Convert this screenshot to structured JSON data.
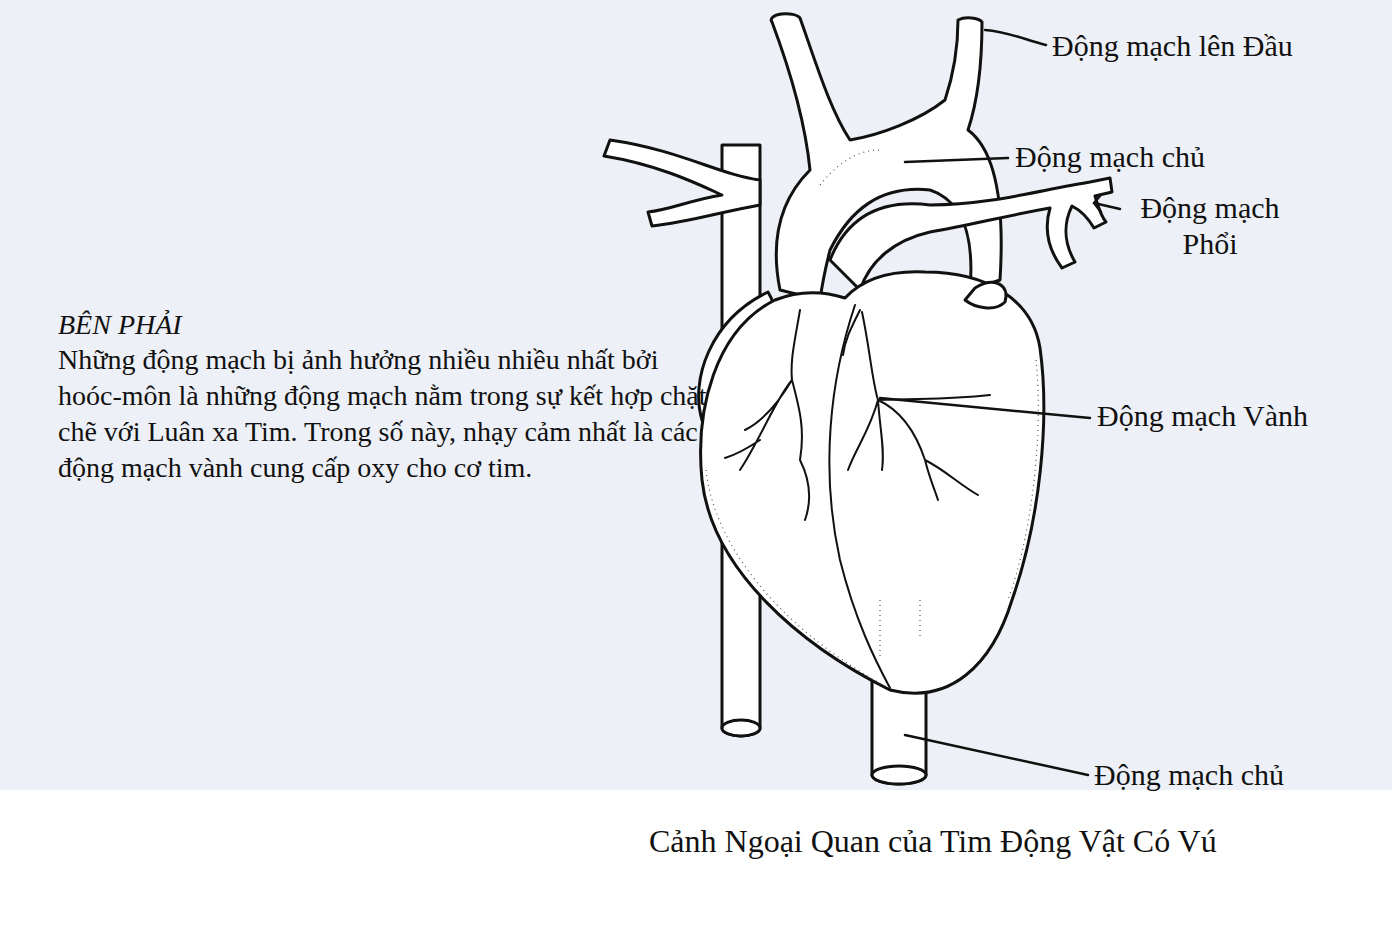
{
  "diagram": {
    "caption": "Cảnh Ngoại Quan của Tim Động Vật Có Vú",
    "labels": [
      "Động mạch lên Đầu",
      "Động mạch chủ",
      "Động mạch Phổi",
      "Động mạch Vành",
      "Động mạch chủ",
      "BÊN PHẢI",
      "Những động mạch bị ảnh hưởng nhiều nhiều nhất bởi hoóc-môn là những động mạch nằm trong sự kết hợp chặt chẽ với Luân xa Tim. Trong số này, nhạy cảm nhất là các động mạch vành cung cấp oxy cho cơ tim."
    ]
  }
}
